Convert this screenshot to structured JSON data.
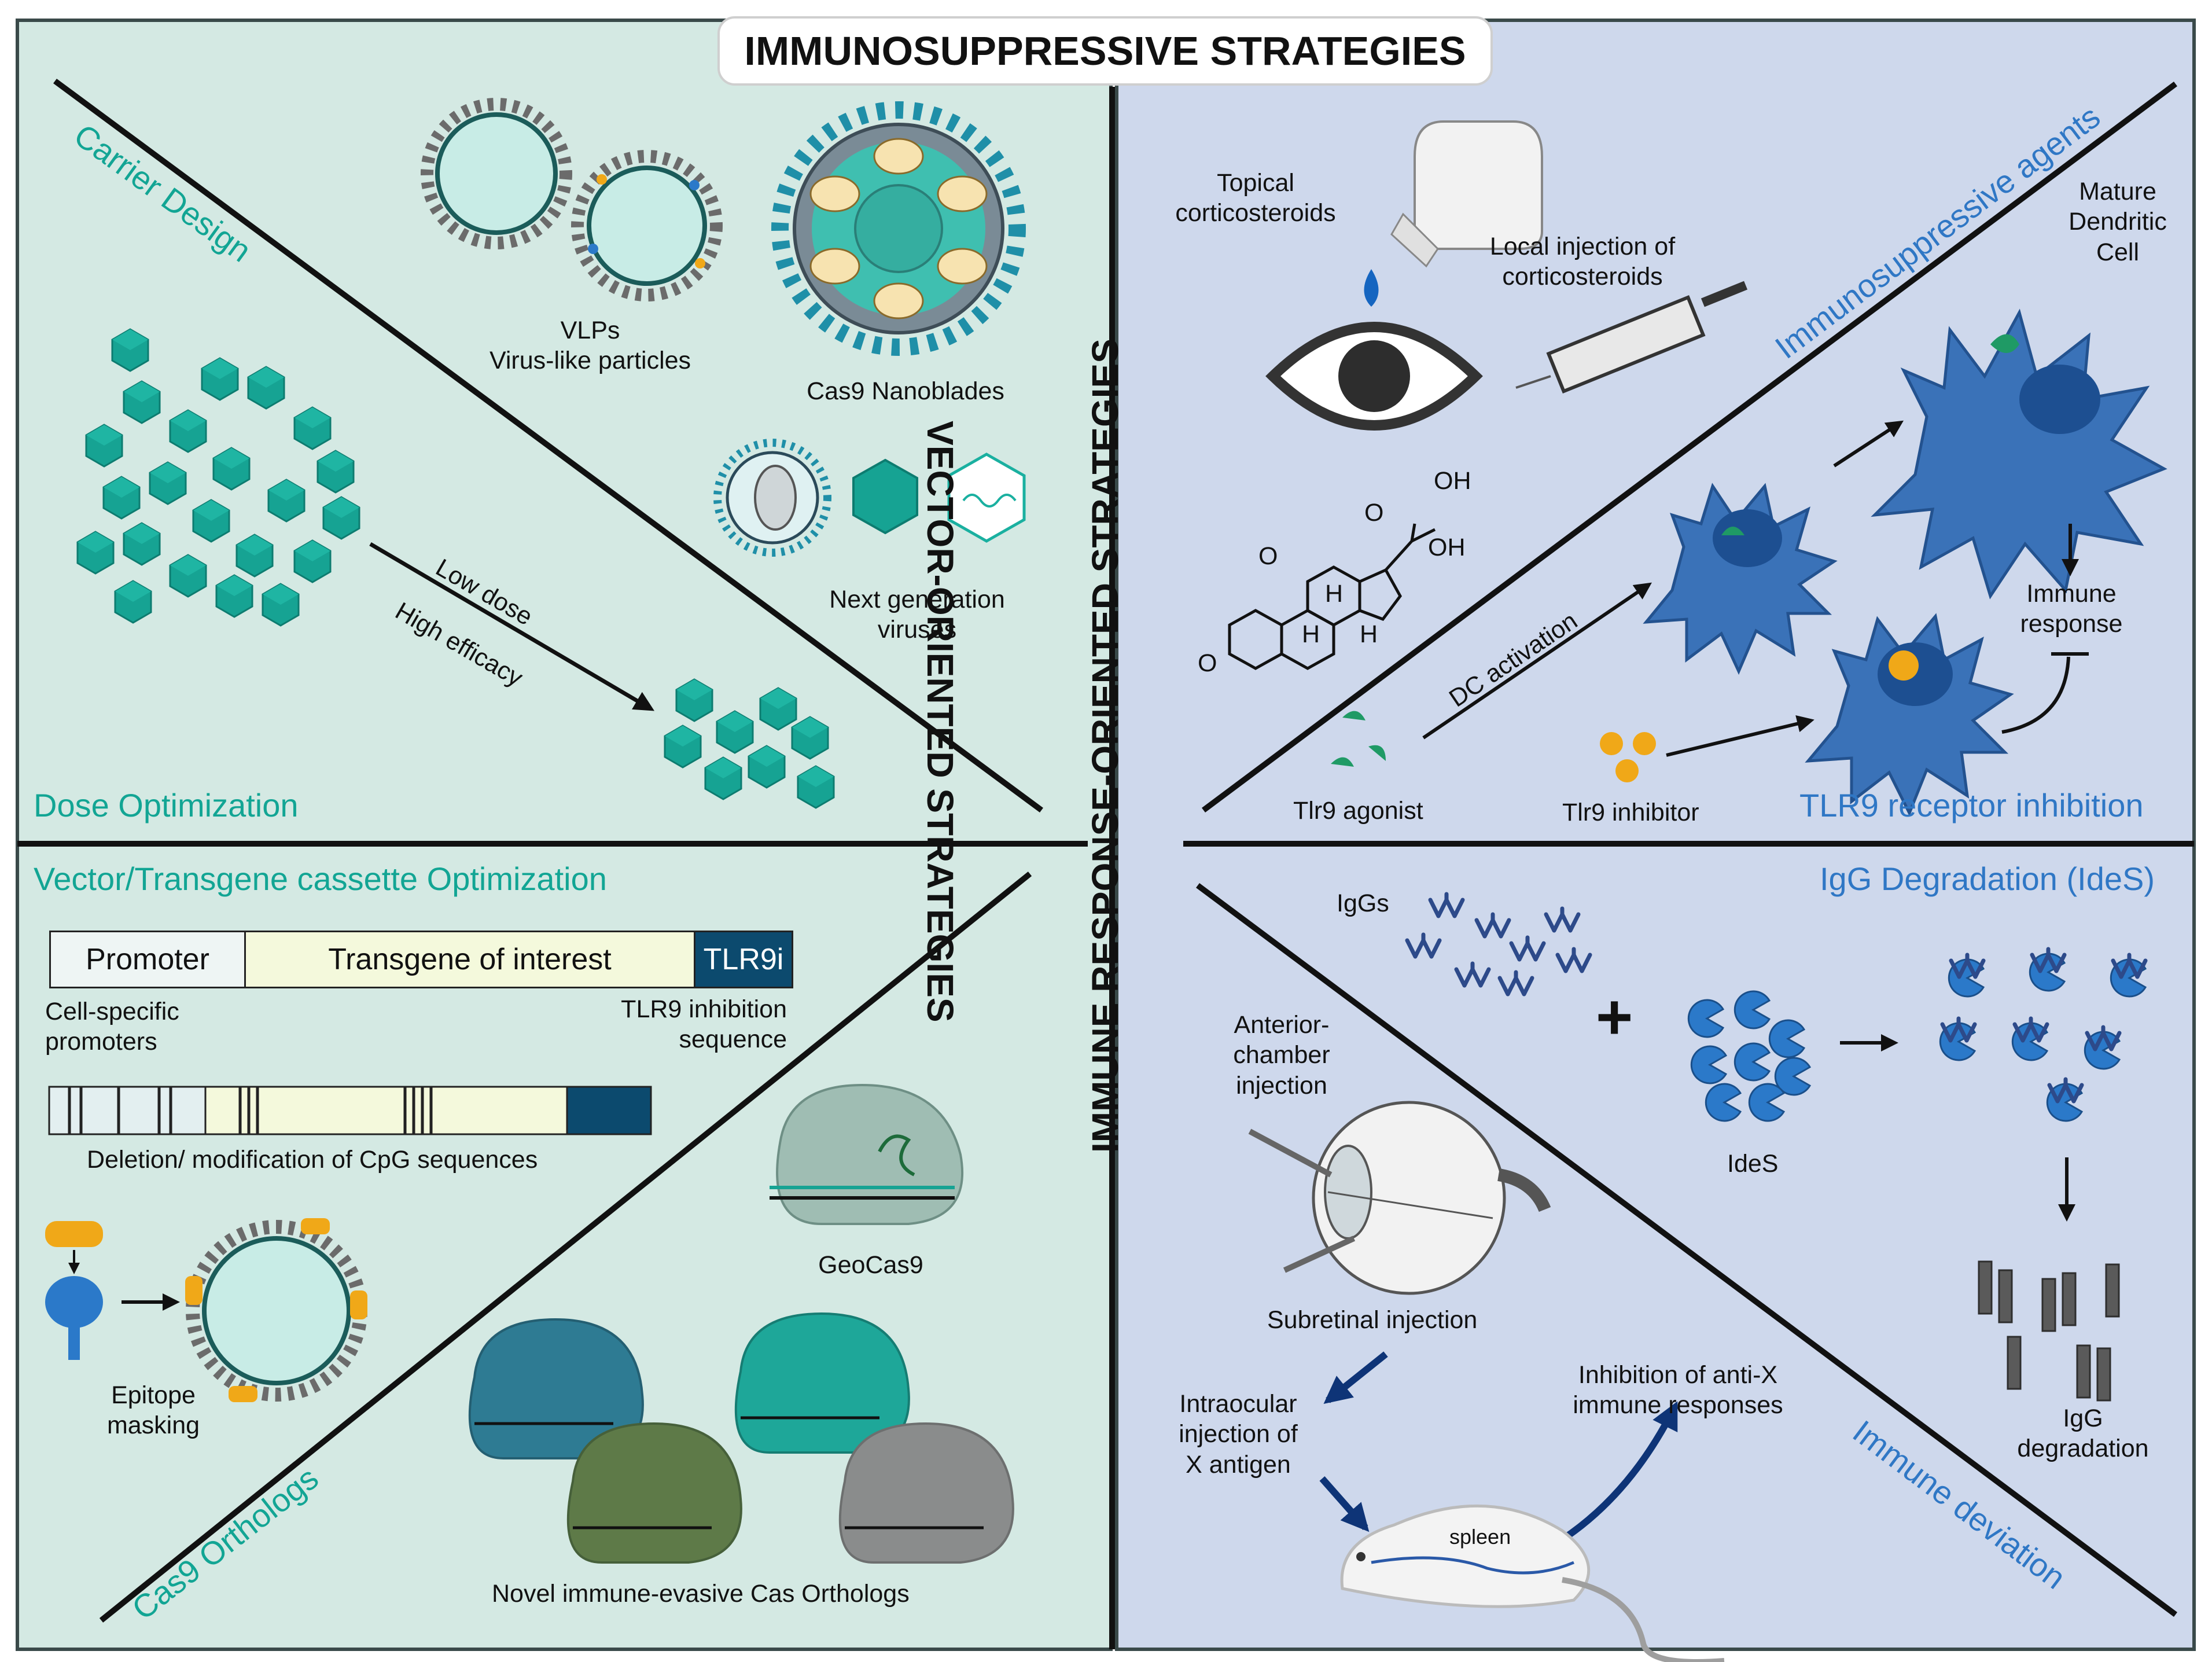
{
  "title": "IMMUNOSUPPRESSIVE STRATEGIES",
  "colors": {
    "left_bg": "#d4e9e3",
    "right_bg": "#ced8ec",
    "teal": "#12a594",
    "blue_text": "#2f77c5",
    "cell_blue": "#3a72b8",
    "dark_navy": "#0c4a6e"
  },
  "vector": {
    "heading": "VECTOR-ORIENTED STRATEGIES",
    "carrier_design": "Carrier Design",
    "dose_optimization": "Dose Optimization",
    "vlps_line1": "VLPs",
    "vlps_line2": "Virus-like particles",
    "cas9_nanoblades": "Cas9 Nanoblades",
    "next_gen_line1": "Next generation",
    "next_gen_line2": "viruses",
    "low_dose": "Low dose",
    "high_efficacy": "High efficacy",
    "cassette_title": "Vector/Transgene cassette Optimization",
    "promoter": "Promoter",
    "transgene": "Transgene of interest",
    "tlr9i": "TLR9i",
    "cell_specific_line1": "Cell-specific",
    "cell_specific_line2": "promoters",
    "tlr9_seq_line1": "TLR9 inhibition",
    "tlr9_seq_line2": "sequence",
    "cpg_deletion": "Deletion/ modification of CpG sequences",
    "epitope_line1": "Epitope",
    "epitope_line2": "masking",
    "geocas9": "GeoCas9",
    "cas9_orthologs": "Cas9 Orthologs",
    "novel_orthologs": "Novel immune-evasive Cas Orthologs"
  },
  "immune": {
    "heading": "IMMUNE RESPONSE-ORIENTED STRATEGIES",
    "topical_line1": "Topical",
    "topical_line2": "corticosteroids",
    "local_injection_line1": "Local injection of",
    "local_injection_line2": "corticosteroids",
    "immunosuppressive_agents": "Immunosuppressive agents",
    "mature_line1": "Mature",
    "mature_line2": "Dendritic",
    "mature_line3": "Cell",
    "steroid_oh1": "OH",
    "steroid_oh2": "OH",
    "steroid_o1": "O",
    "steroid_o2": "O",
    "steroid_o3": "O",
    "steroid_h1": "H",
    "steroid_h2": "H",
    "steroid_h3": "H",
    "dc_activation": "DC activation",
    "immune_response_line1": "Immune",
    "immune_response_line2": "response",
    "tlr9_agonist": "Tlr9 agonist",
    "tlr9_inhibitor": "Tlr9 inhibitor",
    "tlr9_receptor_inhibition": "TLR9 receptor inhibition",
    "igg_degradation_title": "IgG Degradation (IdeS)",
    "iggs": "IgGs",
    "plus": "+",
    "ides": "IdeS",
    "anterior_line1": "Anterior-",
    "anterior_line2": "chamber",
    "anterior_line3": "injection",
    "subretinal": "Subretinal injection",
    "intraocular_line1": "Intraocular",
    "intraocular_line2": "injection of",
    "intraocular_line3": "X antigen",
    "inhibition_line1": "Inhibition of anti-X",
    "inhibition_line2": "immune responses",
    "spleen": "spleen",
    "igg_deg_line1": "IgG",
    "igg_deg_line2": "degradation",
    "immune_deviation": "Immune deviation"
  }
}
